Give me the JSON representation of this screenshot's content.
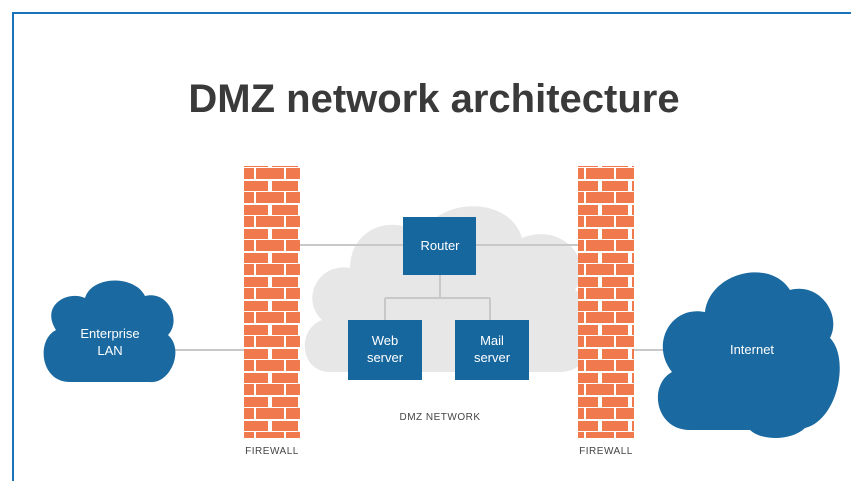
{
  "title": "DMZ network architecture",
  "nodes": {
    "enterprise_lan": [
      "Enterprise",
      "LAN"
    ],
    "router": "Router",
    "web_server": [
      "Web",
      "server"
    ],
    "mail_server": [
      "Mail",
      "server"
    ],
    "internet": "Internet"
  },
  "labels": {
    "dmz_network": "DMZ NETWORK",
    "firewall_left": "FIREWALL",
    "firewall_right": "FIREWALL"
  },
  "colors": {
    "frame": "#1a73b8",
    "node_blue": "#17679f",
    "cloud_blue": "#1a69a0",
    "brick": "#f07a4d",
    "mortar": "#ffffff",
    "dmz_cloud": "#e7e7e7",
    "link": "#c8c8c8"
  }
}
